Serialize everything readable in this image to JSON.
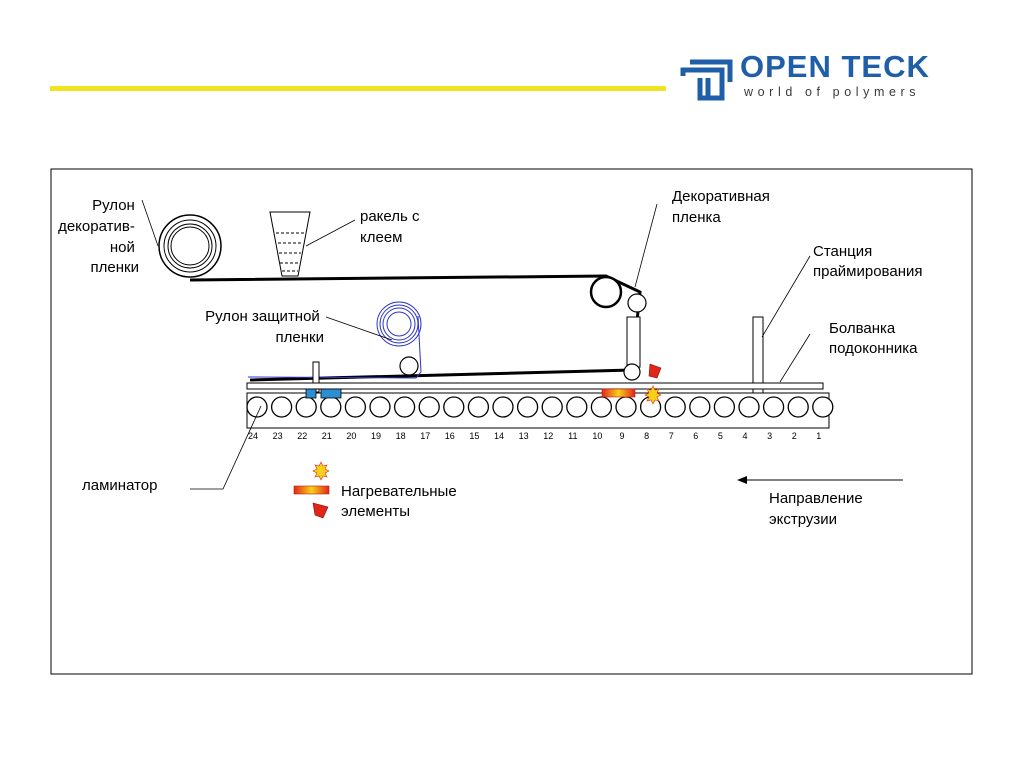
{
  "logo": {
    "name": "OPEN TECK",
    "tagline": "world of polymers",
    "color": "#1f5fa8"
  },
  "header_bar_color": "#f0e322",
  "labels": {
    "decor_roll": [
      "Рулон",
      "декоратив-",
      "ной",
      "пленки"
    ],
    "doctor_blade": [
      "ракель с",
      "клеем"
    ],
    "protect_roll": [
      "Рулон защитной",
      "пленки"
    ],
    "decor_film": [
      "Декоративная",
      "пленка"
    ],
    "primer_station": [
      "Станция",
      "праймирования"
    ],
    "blank": [
      "Болванка",
      "подоконника"
    ],
    "laminator": "ламинатор",
    "heaters": [
      "Нагревательные",
      "элементы"
    ],
    "direction": [
      "Направление",
      "экструзии"
    ]
  },
  "roller_numbers": [
    "24",
    "23",
    "22",
    "21",
    "20",
    "19",
    "18",
    "17",
    "16",
    "15",
    "14",
    "13",
    "12",
    "11",
    "10",
    "9",
    "8",
    "7",
    "6",
    "5",
    "4",
    "3",
    "2",
    "1"
  ],
  "colors": {
    "heater_red": "#e1251b",
    "heater_yellow": "#f7d117",
    "cooler_blue": "#2b8fd6",
    "film_blue": "#2b34c9"
  }
}
